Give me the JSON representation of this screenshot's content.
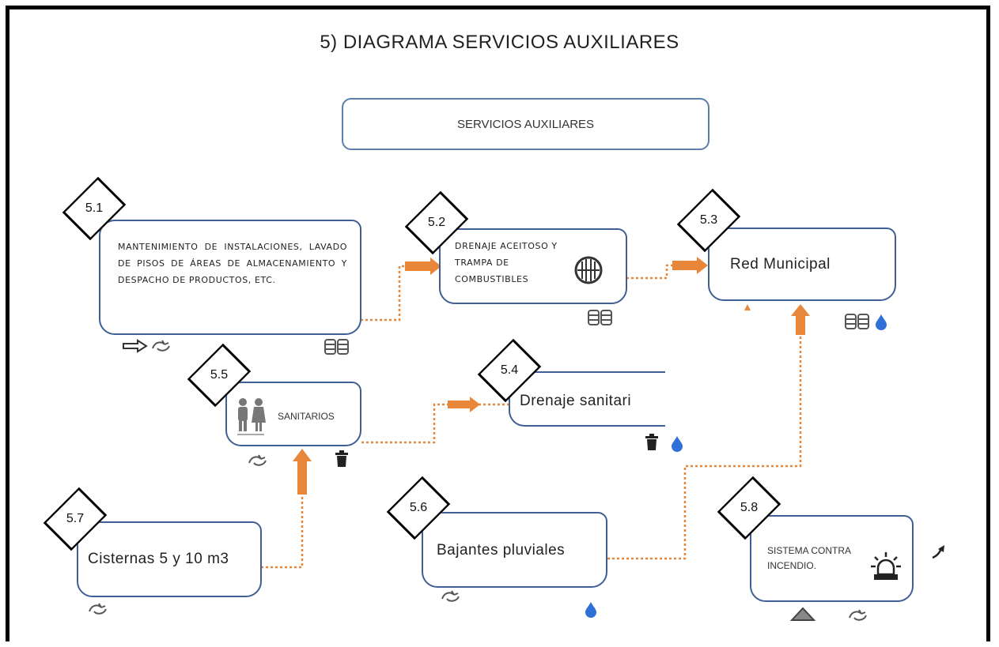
{
  "title": "5)  DIAGRAMA SERVICIOS AUXILIARES",
  "header": "SERVICIOS AUXILIARES",
  "nodes": {
    "n51": {
      "id": "5.1",
      "label": "MANTENIMIENTO DE INSTALACIONES, LAVADO DE PISOS DE ÁREAS DE ALMACENAMIENTO Y DESPACHO DE PRODUCTOS, ETC."
    },
    "n52": {
      "id": "5.2",
      "label": "DRENAJE ACEITOSO Y TRAMPA DE COMBUSTIBLES"
    },
    "n53": {
      "id": "5.3",
      "label": "Red Municipal"
    },
    "n54": {
      "id": "5.4",
      "label": "Drenaje sanitari"
    },
    "n55": {
      "id": "5.5",
      "label": "SANITARIOS"
    },
    "n56": {
      "id": "5.6",
      "label": "Bajantes pluviales"
    },
    "n57": {
      "id": "5.7",
      "label": "Cisternas 5 y 10 m3"
    },
    "n58": {
      "id": "5.8",
      "label": "SISTEMA CONTRA INCENDIO."
    }
  },
  "colors": {
    "box_border": "#3f5f94",
    "arrow": "#e8873a",
    "connector": "#e8873a",
    "drop": "#2f6fd8",
    "icon_gray": "#777777"
  },
  "icons": [
    "oil-drum-icon",
    "water-drop-icon",
    "trash-can-icon",
    "recycle-icon",
    "flow-arrow-icon",
    "restroom-icon",
    "oil-trap-icon",
    "siren-icon",
    "triangle-icon",
    "curved-arrow-icon"
  ]
}
